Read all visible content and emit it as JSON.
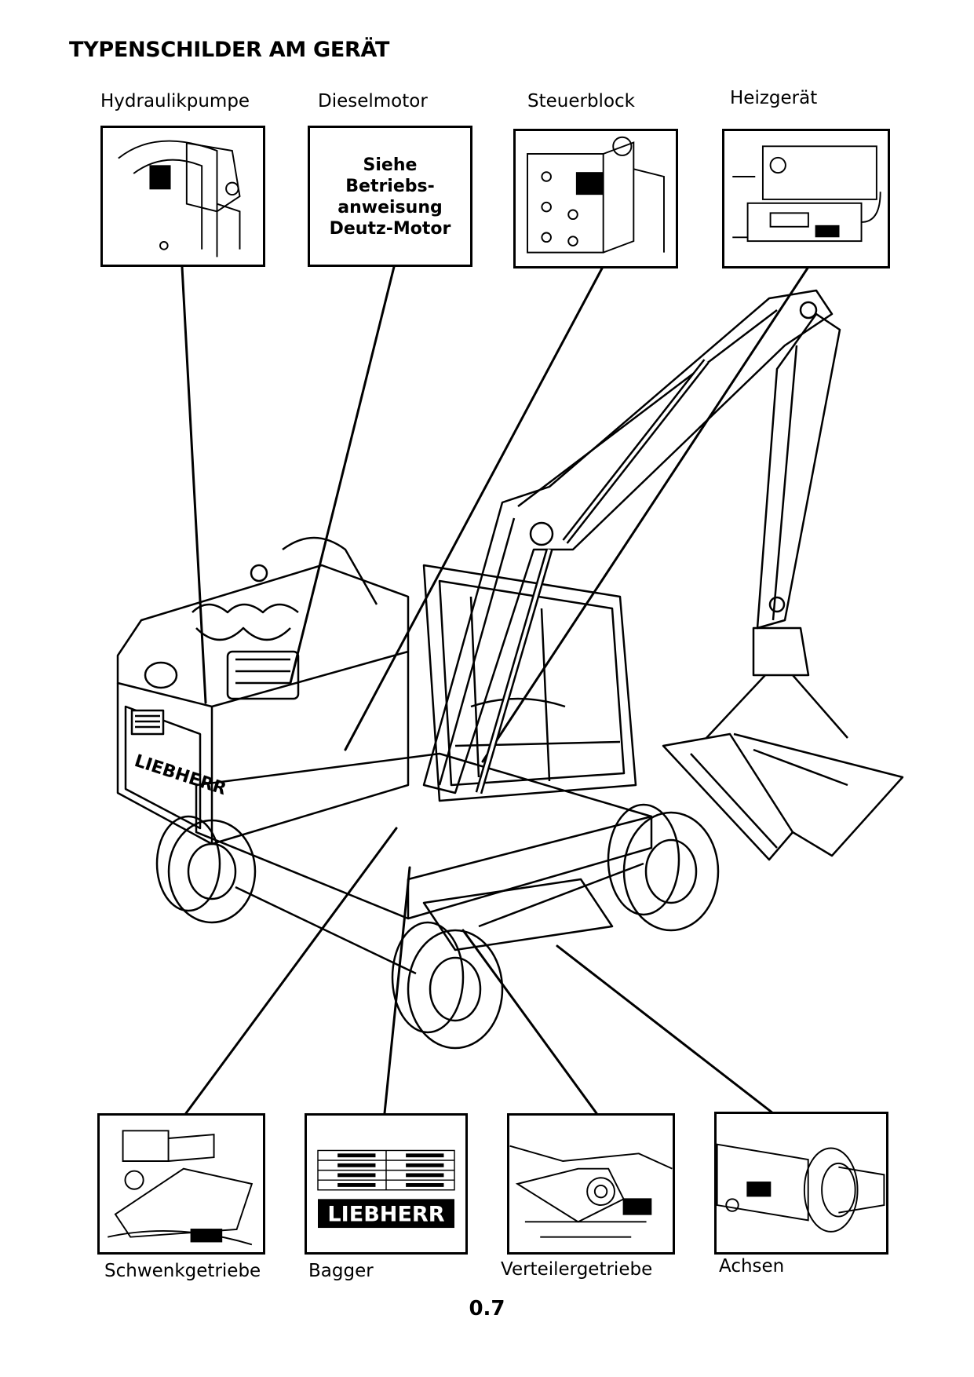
{
  "title": "TYPENSCHILDER AM GERÄT",
  "top_labels": [
    "Hydraulikpumpe",
    "Dieselmotor",
    "Steuerblock",
    "Heizgerät"
  ],
  "bottom_labels": [
    "Schwenkgetriebe",
    "Bagger",
    "Verteilergetriebe",
    "Achsen"
  ],
  "diesel_note": [
    "Siehe",
    "Betriebs-",
    "anweisung",
    "Deutz-Motor"
  ],
  "brand": "LIEBHERR",
  "page_number": "0.7"
}
